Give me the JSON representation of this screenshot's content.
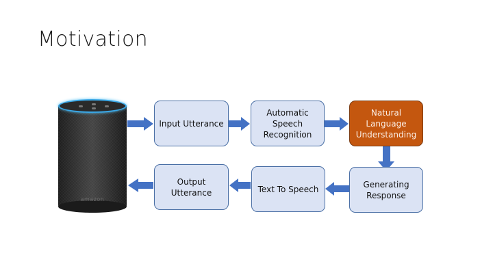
{
  "slide": {
    "title": "Motivation"
  },
  "pipeline": {
    "input_utterance": "Input Utterance",
    "asr": "Automatic\nSpeech\nRecognition",
    "nlu": "Natural\nLanguage\nUnderstanding",
    "generating_response": "Generating\nResponse",
    "text_to_speech": "Text To Speech",
    "output_utterance": "Output\nUtterance"
  },
  "device": {
    "brand_logo": "amazon"
  },
  "colors": {
    "box_fill": "#dbe3f4",
    "box_border": "#4a6fa5",
    "highlight_fill": "#c4570f",
    "arrow": "#4472c4",
    "ring": "#3aa7e6"
  },
  "icons": [
    "echo-speaker-icon"
  ]
}
